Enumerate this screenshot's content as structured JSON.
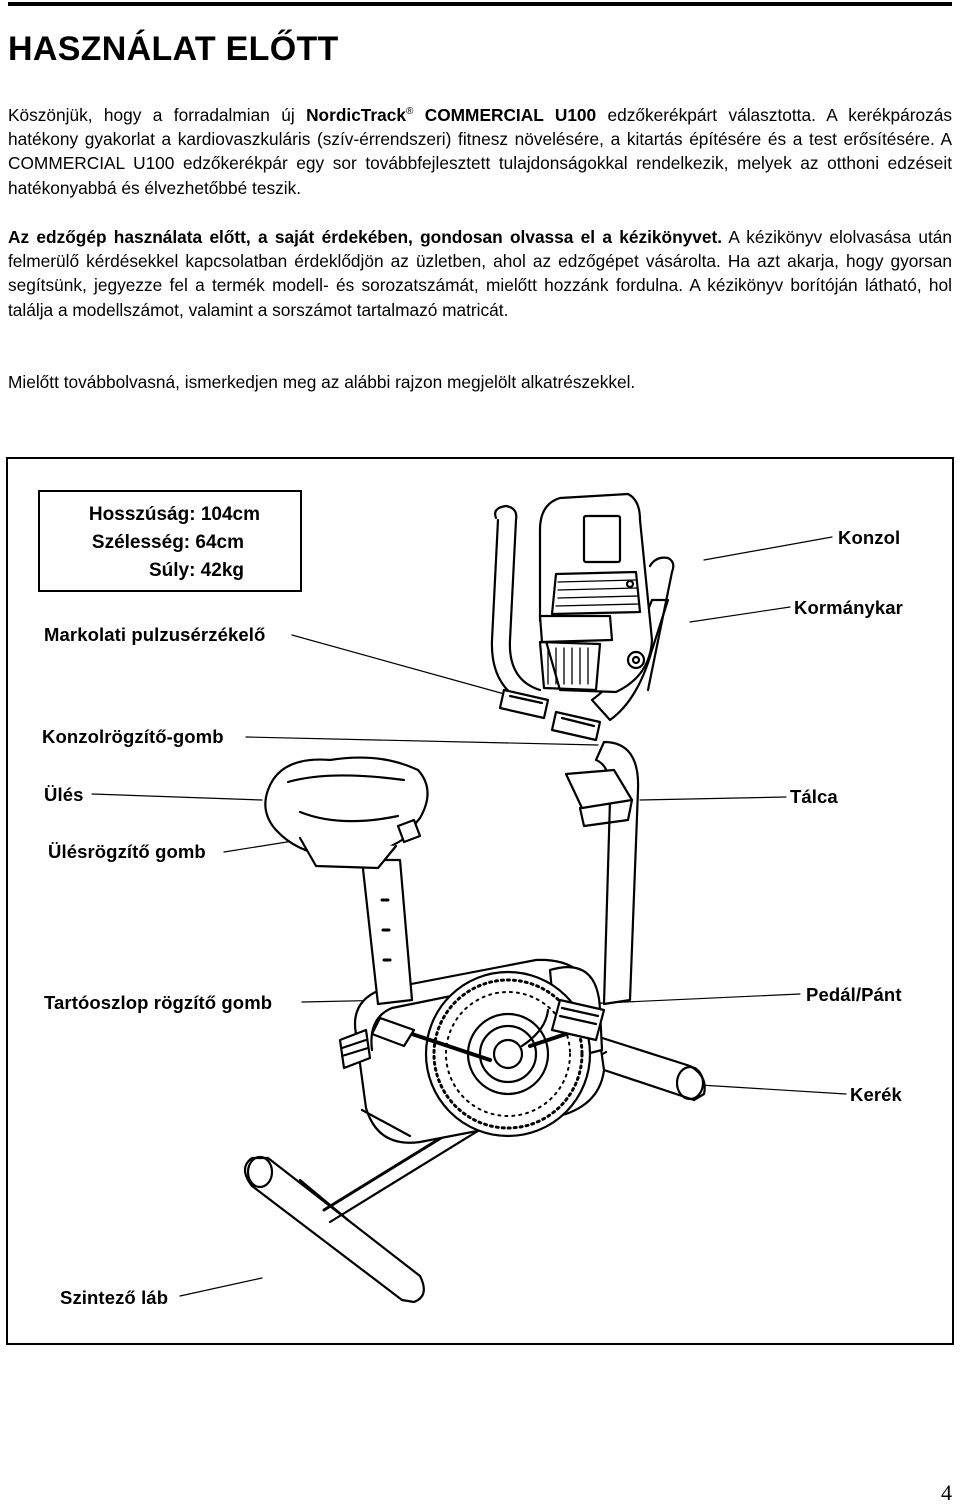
{
  "title": "HASZNÁLAT ELŐTT",
  "intro": {
    "p1_a": "Köszönjük, hogy a forradalmian új ",
    "brand": "NordicTrack",
    "reg": "®",
    "model": " COMMERCIAL U100",
    "p1_b": " edzőkerékpárt választotta. A kerékpározás hatékony gyakorlat a kardiovaszkuláris (szív-érrendszeri) fitnesz növelésére, a kitartás építésére és a test erősítésére. A COMMERCIAL U100 edzőkerékpár egy sor továbbfejlesztett tulajdonságokkal rendelkezik, melyek az otthoni edzéseit hatékonyabbá és élvezhetőbbé teszik."
  },
  "warning": {
    "bold": "Az edzőgép használata előtt, a saját érdekében, gondosan olvassa el a kézikönyvet.",
    "text": " A kézikönyv elolvasása után felmerülő kérdésekkel kapcsolatban érdeklődjön az üzletben, ahol az edzőgépet vásárolta. Ha azt akarja, hogy gyorsan segítsünk, jegyezze fel a termék modell- és sorozatszámát, mielőtt hozzánk fordulna. A kézikönyv borítóján látható, hol találja a modellszámot, valamint a sorszámot tartalmazó matricát."
  },
  "instruction": "Mielőtt továbbolvasná, ismerkedjen meg az alábbi rajzon megjelölt alkatrészekkel.",
  "dimensions": {
    "length": "Hosszúság: 104cm",
    "width": "Szélesség: 64cm",
    "weight": "Súly: 42kg"
  },
  "labels": {
    "konzol": "Konzol",
    "kormanykar": "Kormánykar",
    "pulse": "Markolati pulzusérzékelő",
    "console_knob": "Konzolrögzítő-gomb",
    "seat": "Ülés",
    "tray": "Tálca",
    "seat_knob": "Ülésrögzítő gomb",
    "post_knob": "Tartóoszlop rögzítő gomb",
    "pedal": "Pedál/Pánt",
    "wheel": "Kerék",
    "leveler": "Szintező láb"
  },
  "page_number": "4"
}
